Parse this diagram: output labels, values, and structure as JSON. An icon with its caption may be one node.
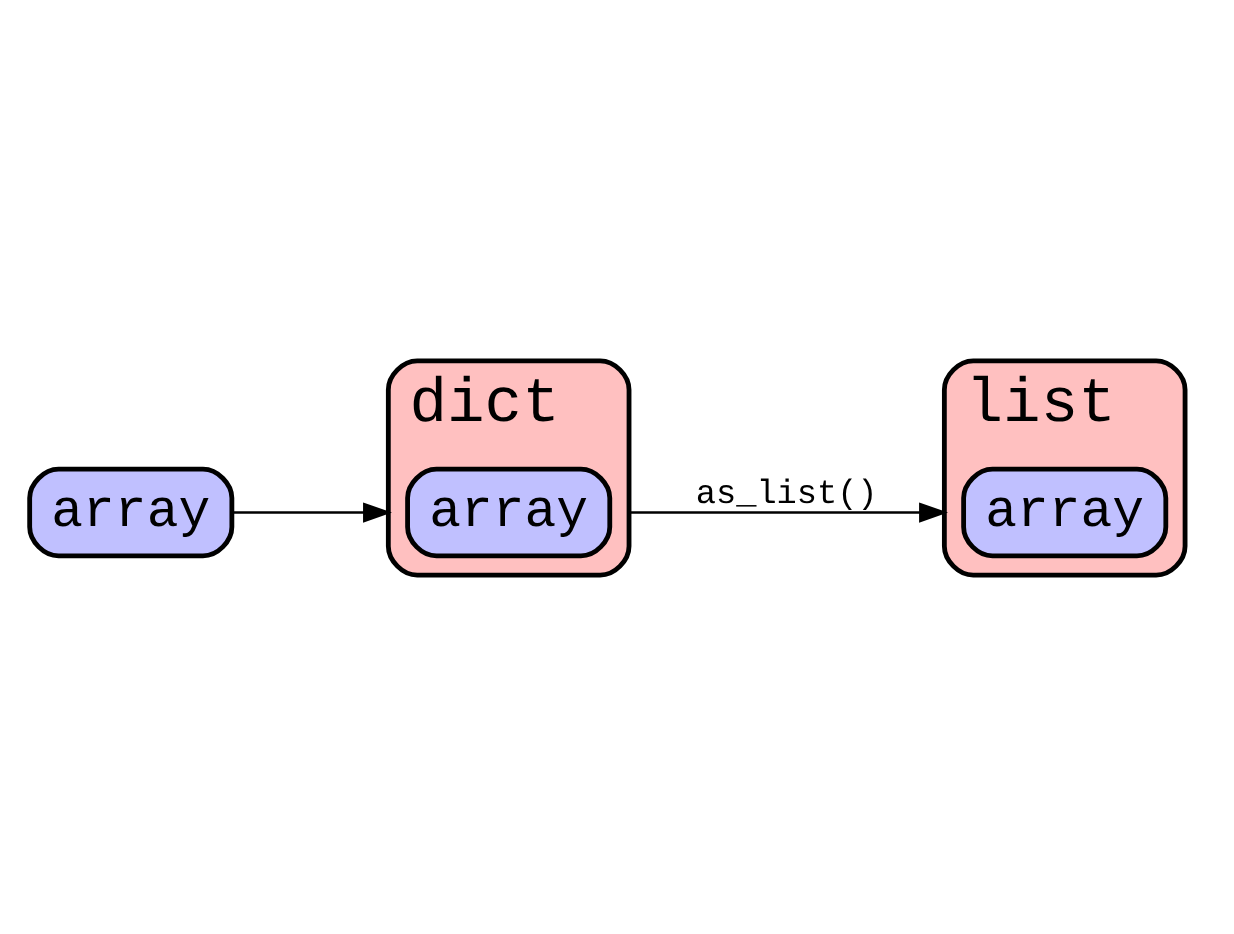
{
  "diagram": {
    "nodes": [
      {
        "text": [
          "list"
        ]
      },
      {
        "text": [
          "array"
        ],
        "in": 0
      },
      {
        "text": [
          "array"
        ]
      },
      {
        "text": [
          "dict"
        ]
      },
      {
        "text": [
          "array"
        ],
        "in": 3
      }
    ],
    "edges": [
      {
        "from": 2,
        "to": 3,
        "arrow": "to"
      },
      {
        "from": 3,
        "to": 0,
        "arrow": "to",
        "label": "as_list()"
      }
    ]
  }
}
